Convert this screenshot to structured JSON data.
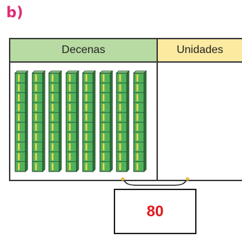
{
  "part_label": "b)",
  "table": {
    "header_tens": "Decenas",
    "header_units": "Unidades",
    "tens_rods": 8,
    "unit_cubes": 0
  },
  "answer": "80",
  "colors": {
    "part_label": "#e02b78",
    "tens_header_bg": "#b7dba2",
    "units_header_bg": "#fbeaa0",
    "rod_green": "#4fb35c",
    "rod_stripe": "#f2d54a",
    "answer_text": "#e0161b"
  }
}
